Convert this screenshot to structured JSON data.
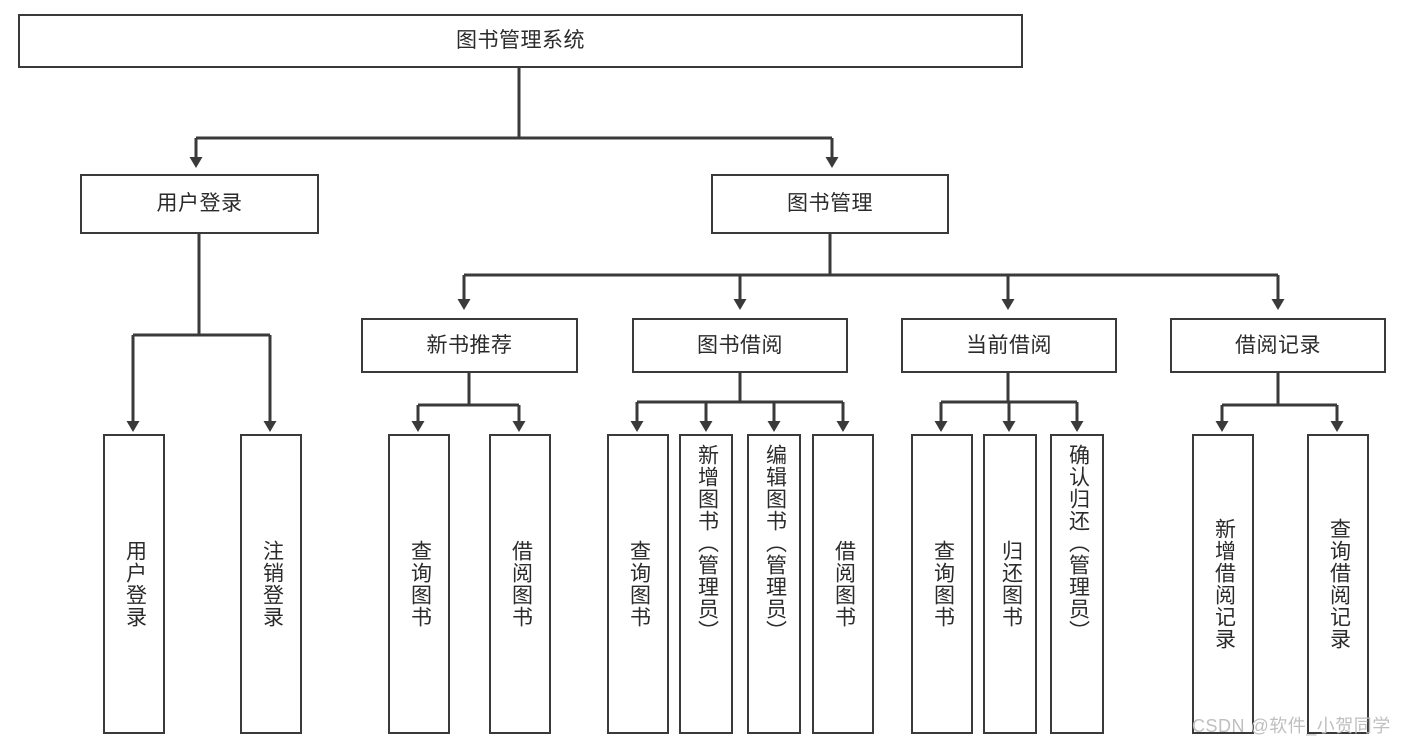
{
  "diagram": {
    "title": "图书管理系统",
    "type": "hierarchy-tree",
    "line_color": "#3a3a3a",
    "text_color": "#2b2b2b",
    "background": "#ffffff",
    "nodes": {
      "root": {
        "label": "图书管理系统"
      },
      "level1": [
        {
          "id": "user-login",
          "label": "用户登录"
        },
        {
          "id": "book-management",
          "label": "图书管理"
        }
      ],
      "level2": [
        {
          "id": "new-book-recommend",
          "label": "新书推荐"
        },
        {
          "id": "book-borrow",
          "label": "图书借阅"
        },
        {
          "id": "current-borrow",
          "label": "当前借阅"
        },
        {
          "id": "borrow-record",
          "label": "借阅记录"
        }
      ],
      "leaves": [
        {
          "id": "leaf-user-login",
          "label": "用户登录",
          "parent": "user-login"
        },
        {
          "id": "leaf-logout-login",
          "label": "注销登录",
          "parent": "user-login"
        },
        {
          "id": "leaf-query-book-1",
          "label": "查询图书",
          "parent": "new-book-recommend"
        },
        {
          "id": "leaf-borrow-book-1",
          "label": "借阅图书",
          "parent": "new-book-recommend"
        },
        {
          "id": "leaf-query-book-2",
          "label": "查询图书",
          "parent": "book-borrow"
        },
        {
          "id": "leaf-add-book",
          "label": "新增图书（管理员）",
          "parent": "book-borrow"
        },
        {
          "id": "leaf-edit-book",
          "label": "编辑图书（管理员）",
          "parent": "book-borrow"
        },
        {
          "id": "leaf-borrow-book-2",
          "label": "借阅图书",
          "parent": "book-borrow"
        },
        {
          "id": "leaf-query-book-3",
          "label": "查询图书",
          "parent": "current-borrow"
        },
        {
          "id": "leaf-return-book",
          "label": "归还图书",
          "parent": "current-borrow"
        },
        {
          "id": "leaf-confirm-return",
          "label": "确认归还（管理员）",
          "parent": "current-borrow"
        },
        {
          "id": "leaf-add-record",
          "label": "新增借阅记录",
          "parent": "borrow-record"
        },
        {
          "id": "leaf-query-record",
          "label": "查询借阅记录",
          "parent": "borrow-record"
        }
      ]
    },
    "watermark": "CSDN @软件_小贺同学"
  }
}
